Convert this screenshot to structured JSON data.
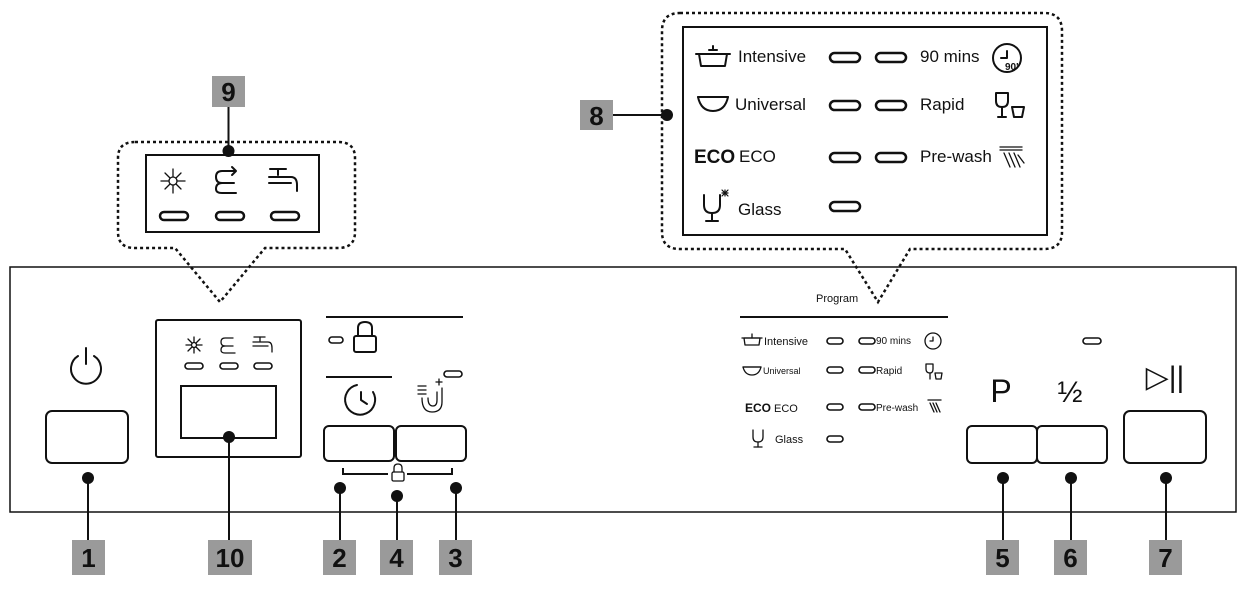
{
  "callouts": {
    "c1": "1",
    "c2": "2",
    "c3": "3",
    "c4": "4",
    "c5": "5",
    "c6": "6",
    "c7": "7",
    "c8": "8",
    "c9": "9",
    "c10": "10"
  },
  "program_zoom": {
    "intensive": "Intensive",
    "universal": "Universal",
    "eco_icon": "ECO",
    "eco": "ECO",
    "glass": "Glass",
    "mins90": "90 mins",
    "mins90_icon": "90'",
    "rapid": "Rapid",
    "prewash": "Pre-wash"
  },
  "panel": {
    "program_header": "Program",
    "intensive": "Intensive",
    "universal": "Universal",
    "eco_icon": "ECO",
    "eco": "ECO",
    "glass": "Glass",
    "mins90": "90 mins",
    "rapid": "Rapid",
    "prewash": "Pre-wash",
    "p_label": "P",
    "half_label": "½",
    "start_pause_label": "▷||"
  },
  "icons": {
    "power": "power-icon",
    "child_lock": "padlock-icon",
    "delay": "clock-icon",
    "extra_dry": "extra-dry-icon",
    "salt": "salt-indicator-icon",
    "rinse_aid": "rinse-aid-indicator-icon",
    "water_tap": "water-tap-icon",
    "start_pause": "play-pause-icon"
  }
}
